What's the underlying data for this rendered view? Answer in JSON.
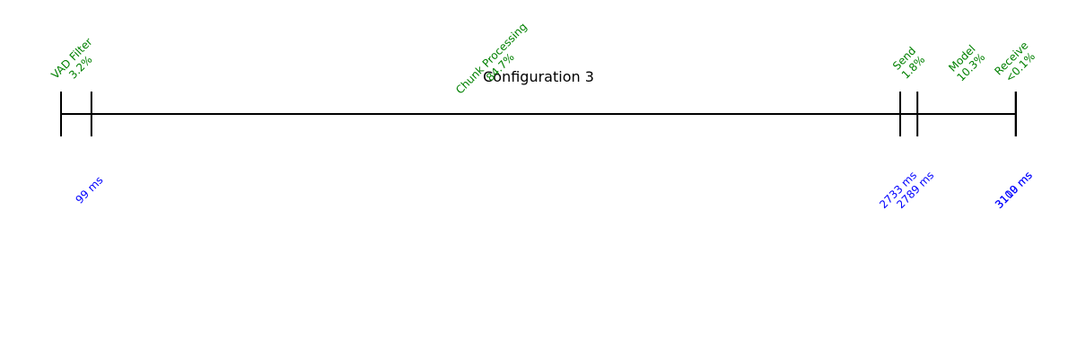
{
  "title": "Configuration 3",
  "colors": {
    "axis": "#000000",
    "segment_label": "#008000",
    "tick_label": "#0000ff",
    "background": "#ffffff"
  },
  "timeline": {
    "unit": "ms",
    "range": [
      0,
      3110
    ],
    "ticks": [
      {
        "value": 0,
        "label": ""
      },
      {
        "value": 99,
        "label": "99 ms"
      },
      {
        "value": 2733,
        "label": "2733 ms"
      },
      {
        "value": 2789,
        "label": "2789 ms"
      },
      {
        "value": 3109,
        "label": "3109 ms"
      },
      {
        "value": 3110,
        "label": "3110 ms"
      }
    ],
    "segments": [
      {
        "name": "VAD Filter",
        "percent": "3.2%",
        "start": 0,
        "end": 99
      },
      {
        "name": "Chunk Processing",
        "percent": "84.7%",
        "start": 99,
        "end": 2733
      },
      {
        "name": "Send",
        "percent": "1.8%",
        "start": 2733,
        "end": 2789
      },
      {
        "name": "Model",
        "percent": "10.3%",
        "start": 2789,
        "end": 3109
      },
      {
        "name": "Receive",
        "percent": "<0.1%",
        "start": 3109,
        "end": 3110
      }
    ]
  }
}
